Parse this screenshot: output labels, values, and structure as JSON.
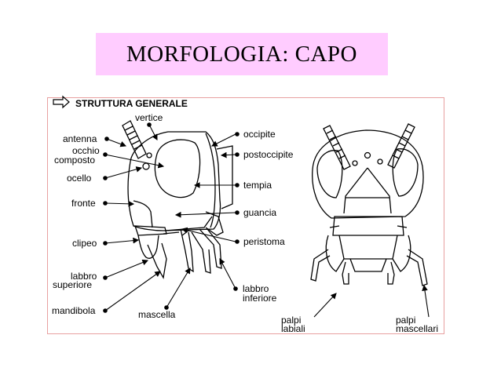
{
  "slide": {
    "title": "MORFOLOGIA: CAPO",
    "subtitle": "STRUTTURA GENERALE"
  },
  "labels": {
    "vertice": "vertice",
    "antenna": "antenna",
    "occhio": "occhio",
    "composto": "composto",
    "ocello": "ocello",
    "fronte": "fronte",
    "clipeo": "clipeo",
    "labbro_sup_1": "labbro",
    "labbro_sup_2": "superiore",
    "mandibola": "mandibola",
    "mascella": "mascella",
    "occipite": "occipite",
    "postoccipite": "postoccipite",
    "tempia": "tempia",
    "guancia": "guancia",
    "peristoma": "peristoma",
    "labbro_inf_1": "labbro",
    "labbro_inf_2": "inferiore",
    "palpi_lab_1": "palpi",
    "palpi_lab_2": "labiali",
    "palpi_mas_1": "palpi",
    "palpi_mas_2": "mascellari"
  }
}
